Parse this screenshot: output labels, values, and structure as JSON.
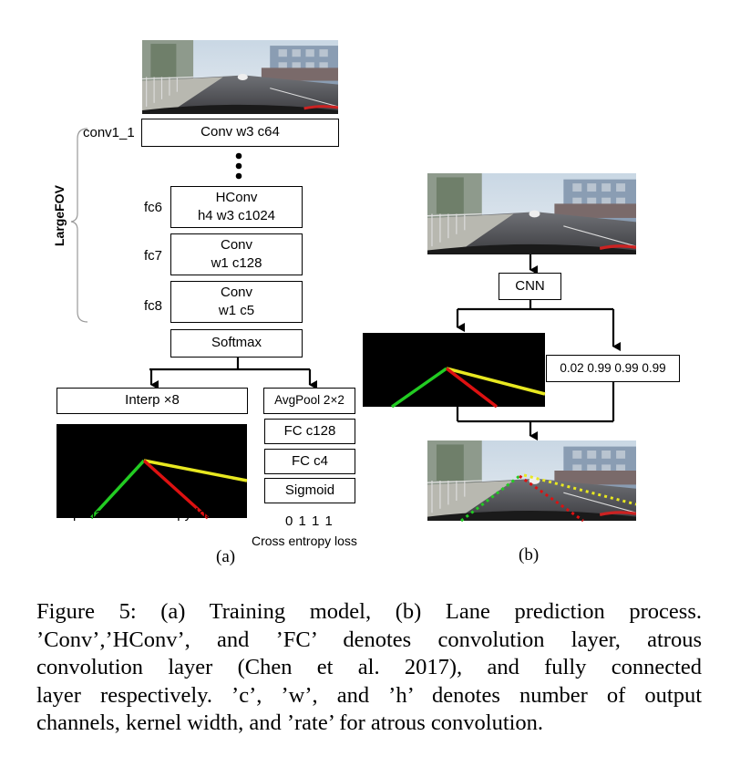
{
  "figure_a": {
    "side_label": "LargeFOV",
    "conv1_label": "conv1_1",
    "conv1_box": "Conv w3 c64",
    "fc6_label": "fc6",
    "fc6_box": [
      "HConv",
      "h4 w3 c1024"
    ],
    "fc7_label": "fc7",
    "fc7_box": [
      "Conv",
      "w1 c128"
    ],
    "fc8_label": "fc8",
    "fc8_box": [
      "Conv",
      "w1 c5"
    ],
    "softmax": "Softmax",
    "interp": "Interp ×8",
    "avgpool": "AvgPool 2×2",
    "fc128": "FC c128",
    "fc4": "FC c4",
    "sigmoid": "Sigmoid",
    "spatial_loss": "Spatial cross entropy loss",
    "output_values": "0 1 1 1",
    "cross_loss": "Cross entropy loss",
    "sublabel": "(a)"
  },
  "figure_b": {
    "cnn": "CNN",
    "scores": "0.02 0.99 0.99 0.99",
    "sublabel": "(b)"
  },
  "caption": {
    "line1": "Figure 5: (a) Training model, (b) Lane prediction process.",
    "line2": "’Conv’,’HConv’, and ’FC’ denotes convolution layer, atrous",
    "line3": "convolution layer (Chen et al. 2017), and fully connected",
    "line4": "layer respectively. ’c’, ’w’, and ’h’ denotes number of output",
    "line5": "channels, kernel width, and ’rate’ for atrous convolution."
  },
  "colors": {
    "lane_green": "#22cc22",
    "lane_red": "#dd1111",
    "lane_yellow": "#e8e820",
    "mask_bg": "#000000"
  }
}
